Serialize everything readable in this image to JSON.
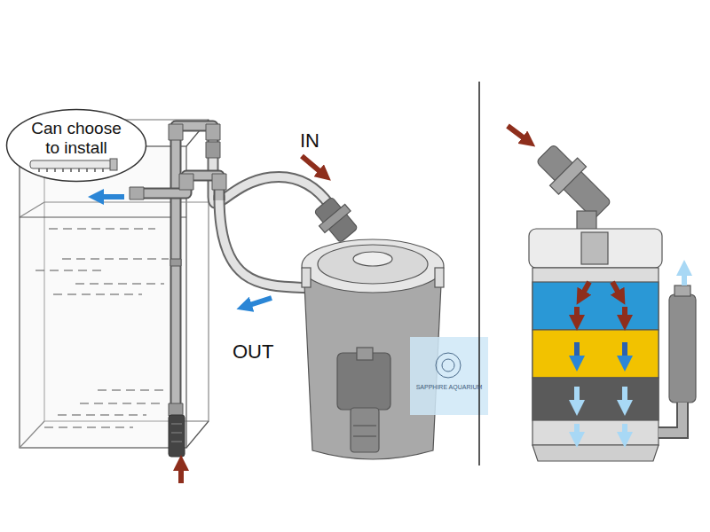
{
  "diagram": {
    "nodes": [
      {
        "text": [
          "Can choose to install"
        ]
      }
    ],
    "labels": [
      "IN",
      "OUT",
      "SAPPHIRE AQUARIUM"
    ]
  }
}
